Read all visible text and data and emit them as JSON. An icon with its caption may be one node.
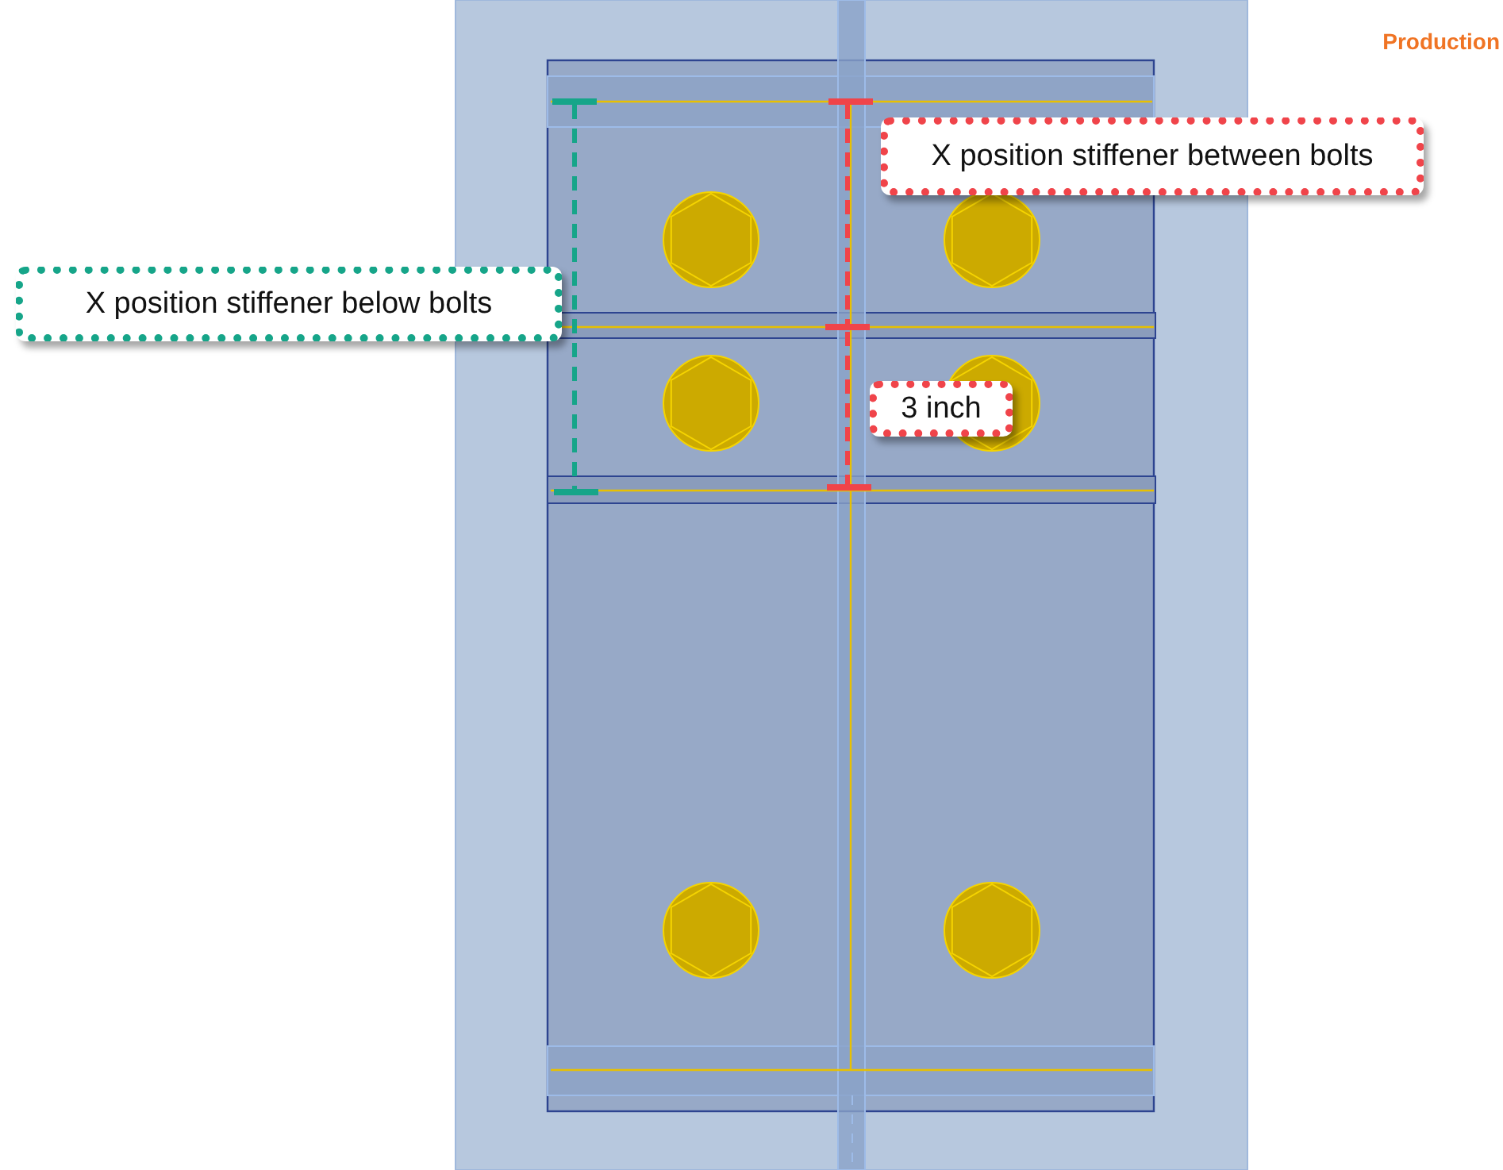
{
  "diagram": {
    "nodes": [
      {
        "text": [
          "X position stiffener below bolts"
        ]
      },
      {
        "text": [
          "X position stiffener between bolts"
        ]
      },
      {
        "text": [
          "3 inch"
        ]
      }
    ],
    "labels": [
      "Production"
    ]
  }
}
